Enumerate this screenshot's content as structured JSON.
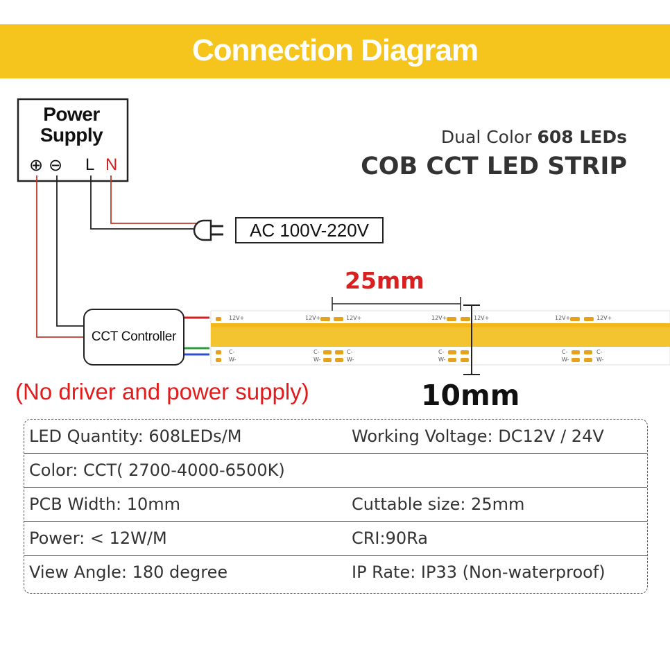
{
  "header": {
    "title": "Connection Diagram"
  },
  "strip_title": {
    "prefix": "Dual Color",
    "count": "608 LEDs",
    "main": "COB CCT LED STRIP"
  },
  "power_supply": {
    "label": "Power Supply",
    "terminals": [
      "⊕",
      "⊖",
      "L",
      "N"
    ]
  },
  "ac_input": {
    "label": "AC 100V-220V"
  },
  "controller": {
    "label": "CCT Controller"
  },
  "strip": {
    "plus_label": "12V+",
    "cold_label": "C-",
    "warm_label": "W-"
  },
  "dimensions": {
    "cut_length": "25mm",
    "width": "10mm"
  },
  "note": "(No driver and power supply)",
  "specs": [
    [
      "LED Quantity: 608LEDs/M",
      "Working Voltage: DC12V / 24V"
    ],
    [
      "Color: CCT( 2700-4000-6500K)",
      ""
    ],
    [
      "PCB Width: 10mm",
      "Cuttable size: 25mm"
    ],
    [
      "Power: < 12W/M",
      "CRI:90Ra"
    ],
    [
      "View Angle: 180 degree",
      "IP Rate: IP33 (Non-waterproof)"
    ]
  ],
  "colors": {
    "banner": "#f6c51d",
    "accent_red": "#e21b1b",
    "strip_fill": "#f4c430",
    "wire_green": "#2e9c3a",
    "wire_blue": "#2a4fd0"
  }
}
